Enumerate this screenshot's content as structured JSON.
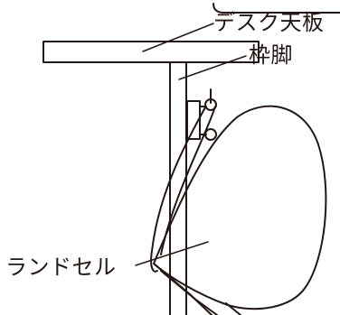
{
  "labels": {
    "desk_top": "デスク天板",
    "frame_leg": "枠脚",
    "randoseru": "ランドセル"
  },
  "colors": {
    "line": "#231815",
    "background": "#ffffff"
  }
}
